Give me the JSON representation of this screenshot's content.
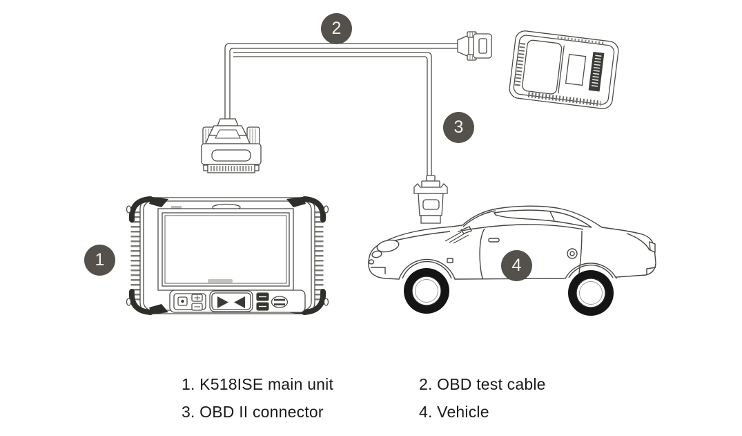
{
  "badges": [
    {
      "number": "1"
    },
    {
      "number": "2"
    },
    {
      "number": "3"
    },
    {
      "number": "4"
    }
  ],
  "legend": {
    "items": [
      {
        "text": "1. K518ISE main unit"
      },
      {
        "text": "2. OBD test cable"
      },
      {
        "text": "3. OBD II connector"
      },
      {
        "text": "4. Vehicle"
      }
    ]
  },
  "colors": {
    "background": "#ffffff",
    "line_art": "#4c4c48",
    "badge_fill": "#54504b",
    "badge_number": "#f0efec",
    "wheel_fill": "#151515",
    "label_text": "#191919"
  }
}
